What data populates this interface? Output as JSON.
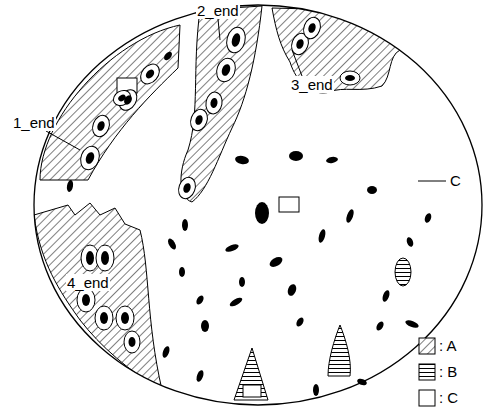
{
  "diagram": {
    "labels": [
      "1_end",
      "2_end",
      "3_end",
      "4_end",
      "C"
    ],
    "legend": [
      {
        "text": ": A"
      },
      {
        "text": ": B"
      },
      {
        "text": ": C"
      }
    ]
  }
}
